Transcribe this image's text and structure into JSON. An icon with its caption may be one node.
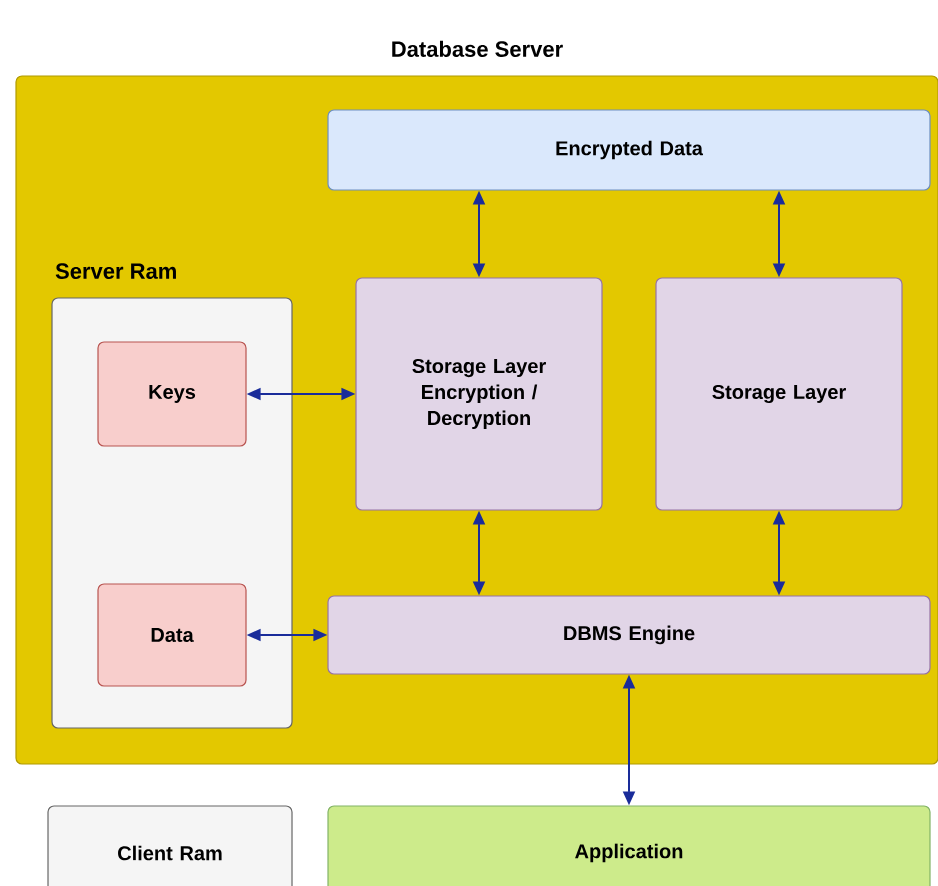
{
  "diagram": {
    "nodes": [
      {
        "text": [
          "Database Server"
        ]
      },
      {
        "text": [
          "Encrypted Data"
        ],
        "in": 0
      },
      {
        "text": [
          "Server Ram"
        ],
        "in": 0
      },
      {
        "text": [
          "Keys"
        ],
        "in": 2
      },
      {
        "text": [
          "Storage Layer Encryption / Decryption"
        ],
        "in": 0
      },
      {
        "text": [
          "Storage Layer"
        ],
        "in": 0
      },
      {
        "text": [
          "Data"
        ],
        "in": 2
      },
      {
        "text": [
          "DBMS Engine"
        ],
        "in": 0
      },
      {
        "text": [
          "Client Ram"
        ]
      },
      {
        "text": [
          "Application"
        ]
      }
    ],
    "edges": [
      {
        "from": 1,
        "to": 4,
        "arrow": "both"
      },
      {
        "from": 1,
        "to": 5,
        "arrow": "both"
      },
      {
        "from": 3,
        "to": 4,
        "arrow": "both"
      },
      {
        "from": 4,
        "to": 7,
        "arrow": "both"
      },
      {
        "from": 5,
        "to": 7,
        "arrow": "both"
      },
      {
        "from": 6,
        "to": 7,
        "arrow": "both"
      },
      {
        "from": 7,
        "to": 9,
        "arrow": "both"
      }
    ]
  }
}
